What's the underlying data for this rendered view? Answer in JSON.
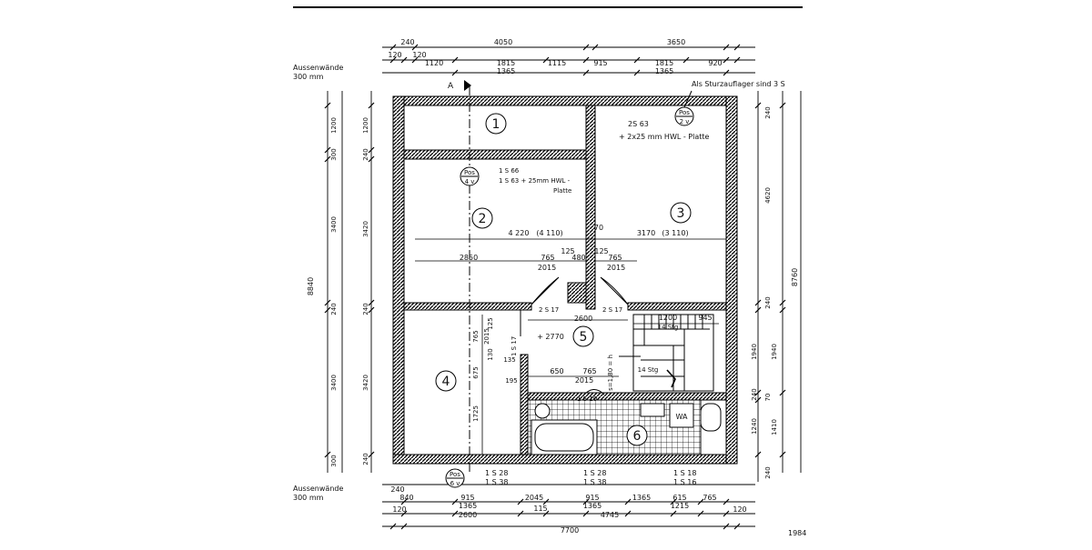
{
  "notes": {
    "outer_walls_top": "Aussenwände",
    "outer_walls_top_size": "300 mm",
    "outer_walls_bottom": "Aussenwände",
    "outer_walls_bottom_size": "300 mm",
    "lintel_note": "Als Sturzauflager sind 3 S",
    "section_marker": "A",
    "year_stamp": "1984"
  },
  "rooms": [
    {
      "num": "1"
    },
    {
      "num": "2"
    },
    {
      "num": "3"
    },
    {
      "num": "4"
    },
    {
      "num": "5"
    },
    {
      "num": "6"
    }
  ],
  "positions": {
    "pos2": {
      "top": "Pos",
      "bottom": "2 v"
    },
    "pos4": {
      "top": "Pos",
      "bottom": "4 v"
    },
    "pos6": {
      "top": "Pos",
      "bottom": "6 v"
    }
  },
  "beams": {
    "room3_a": "2S 63",
    "room3_b": "+ 2x25 mm HWL - Platte",
    "room2_a": "1 S 66",
    "room2_b": "1 S 63 + 25mm HWL -",
    "room2_c": "Platte",
    "s17_left": "2 S 17",
    "s17_right": "2 S 17",
    "s10": "1 S 10",
    "s17_vert": "1 S 17",
    "b1a": "1 S 28",
    "b1b": "1 S 38",
    "b2a": "1 S 28",
    "b2b": "1 S 38",
    "b3a": "1 S 18",
    "b3b": "1 S 16"
  },
  "interior": {
    "span_2": "4 220",
    "span_2_b": "(4 110)",
    "span_70": "70",
    "span_3": "3170",
    "span_3_b": "(3 110)",
    "d2850": "2850",
    "d765a": "765",
    "d2015a": "2015",
    "d125a": "125",
    "d480": "480",
    "d125b": "125",
    "d765b": "765",
    "d2015b": "2015",
    "d2600": "2600",
    "d1200": "1200",
    "d945": "945",
    "st14a": "14 Stg",
    "st14b": "14 Stg",
    "level": "+ 2770",
    "d650": "650",
    "d765c": "765",
    "d2015c": "2015",
    "v125": "125",
    "v765": "765",
    "v2015": "2015",
    "v130": "130",
    "v675": "675",
    "v1725": "1725",
    "d135": "135",
    "d195": "195",
    "stair_formula": "s=1,80 = h",
    "wa": "WA"
  },
  "dims_top": {
    "r1": [
      "240",
      "4050",
      "3650"
    ],
    "r2": [
      "120",
      "120",
      "1120",
      "1815",
      "1115",
      "915",
      "1815",
      "920"
    ],
    "r3": [
      "1365",
      "1365"
    ]
  },
  "dims_bottom": {
    "r0": [
      "240"
    ],
    "r1": [
      "840",
      "915",
      "2045",
      "915",
      "1365",
      "615",
      "765"
    ],
    "r2": [
      "1365",
      "115",
      "1365",
      "1215"
    ],
    "r3": [
      "120",
      "2600",
      "4745",
      "120"
    ],
    "r4": [
      "7700"
    ]
  },
  "dims_left": {
    "outer": [
      "1200",
      "300",
      "3400",
      "240",
      "3400",
      "300"
    ],
    "inner": [
      "1200",
      "240",
      "3420",
      "240",
      "3420",
      "240"
    ],
    "total": "8840"
  },
  "dims_right": {
    "inner": [
      "240",
      "4620",
      "240",
      "1940",
      "240",
      "70",
      "1240",
      "240"
    ],
    "outer": [
      "1940",
      "1410"
    ],
    "total": "8760"
  }
}
